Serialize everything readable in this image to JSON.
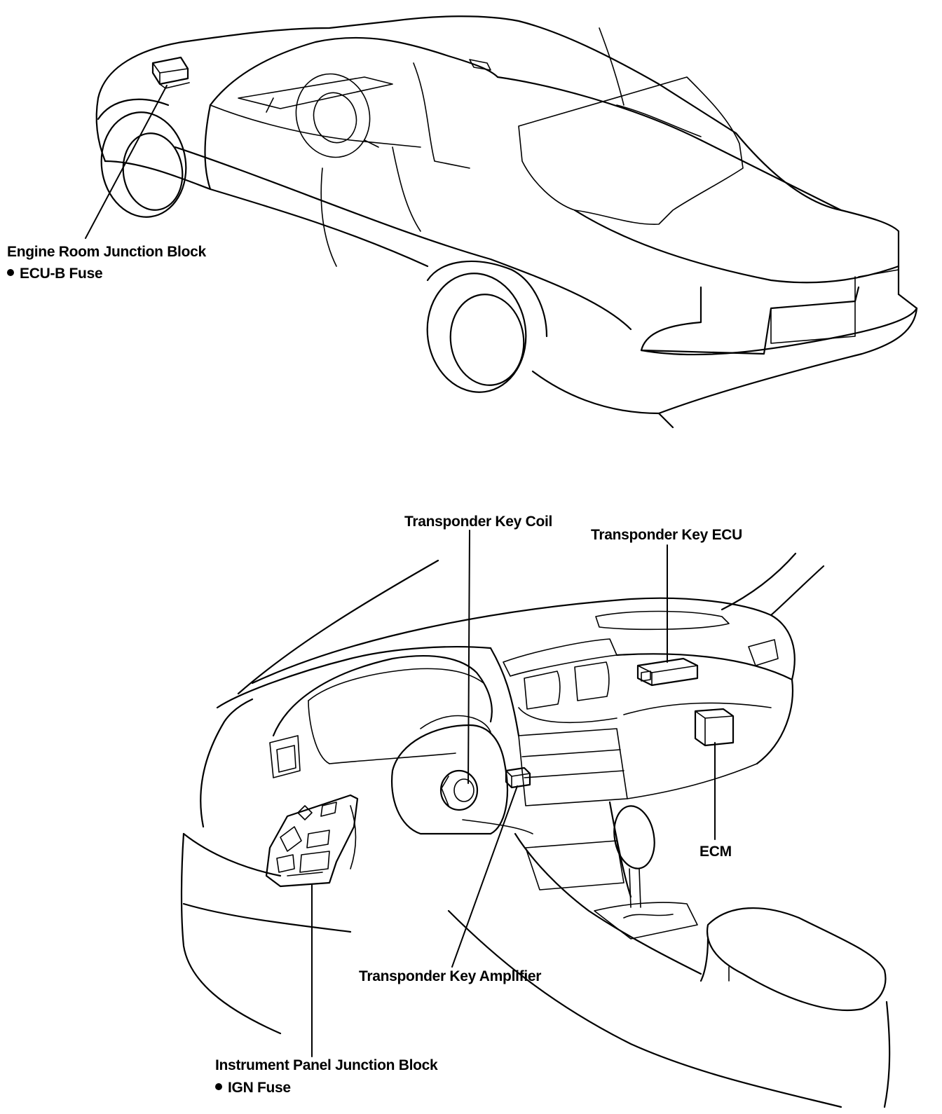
{
  "labels": {
    "engine_room_block": "Engine Room Junction Block",
    "ecu_b_fuse": "ECU-B Fuse",
    "key_coil": "Transponder Key Coil",
    "key_ecu": "Transponder Key ECU",
    "ecm": "ECM",
    "key_amplifier": "Transponder Key Amplifier",
    "instrument_panel_block": "Instrument Panel Junction Block",
    "ign_fuse": "IGN Fuse"
  }
}
